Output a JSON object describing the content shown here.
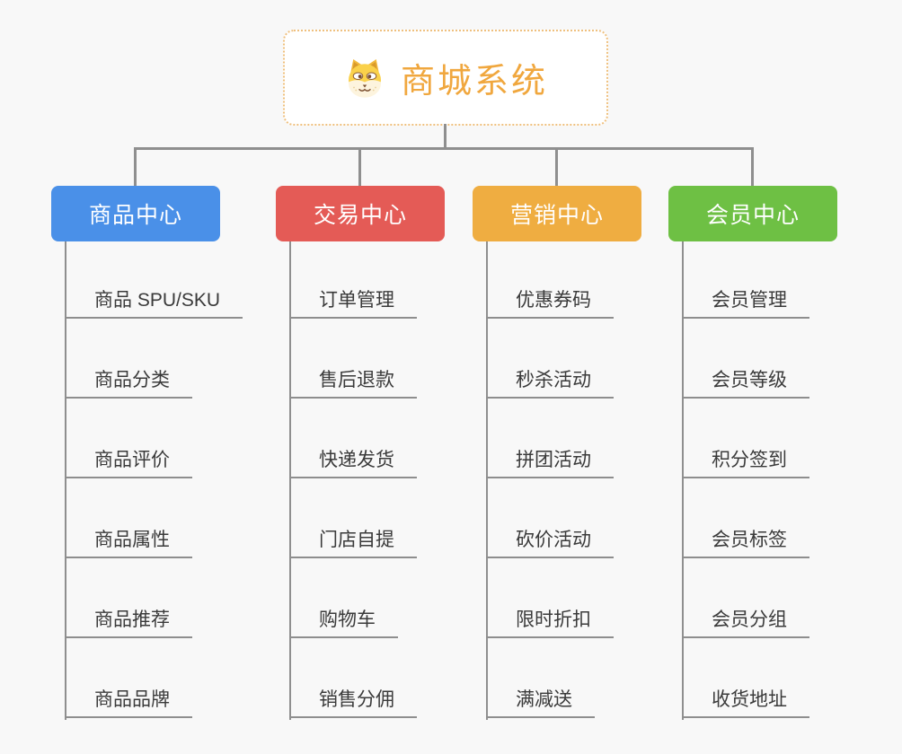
{
  "canvas": {
    "background": "#f8f8f8",
    "connector_color": "#8f8f8f"
  },
  "root": {
    "title": "商城系统",
    "icon": "shiba-dog-icon",
    "text_color": "#f0a73e",
    "border_color": "#efc07e",
    "background": "#ffffff"
  },
  "branches": [
    {
      "label": "商品中心",
      "color": "#4a90e8",
      "children": [
        "商品 SPU/SKU",
        "商品分类",
        "商品评价",
        "商品属性",
        "商品推荐",
        "商品品牌"
      ]
    },
    {
      "label": "交易中心",
      "color": "#e45b56",
      "children": [
        "订单管理",
        "售后退款",
        "快递发货",
        "门店自提",
        "购物车",
        "销售分佣"
      ]
    },
    {
      "label": "营销中心",
      "color": "#efad41",
      "children": [
        "优惠券码",
        "秒杀活动",
        "拼团活动",
        "砍价活动",
        "限时折扣",
        "满减送"
      ]
    },
    {
      "label": "会员中心",
      "color": "#6ec044",
      "children": [
        "会员管理",
        "会员等级",
        "积分签到",
        "会员标签",
        "会员分组",
        "收货地址"
      ]
    }
  ]
}
